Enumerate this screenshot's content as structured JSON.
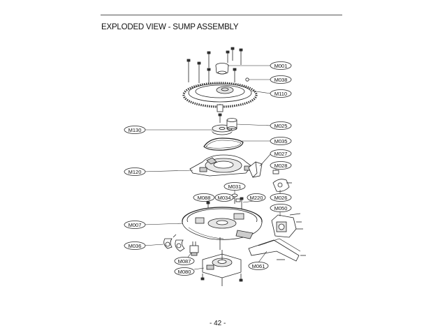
{
  "page": {
    "title": "EXPLODED VIEW - SUMP ASSEMBLY",
    "page_number": "- 42 -"
  },
  "callouts": [
    {
      "id": "m001",
      "label": "M001",
      "side": "right"
    },
    {
      "id": "m038",
      "label": "M038",
      "side": "right"
    },
    {
      "id": "m110",
      "label": "M110",
      "side": "right"
    },
    {
      "id": "m025-top",
      "label": "M025",
      "side": "right"
    },
    {
      "id": "m130",
      "label": "M130",
      "side": "left"
    },
    {
      "id": "m035",
      "label": "M035",
      "side": "right"
    },
    {
      "id": "m027",
      "label": "M027",
      "side": "right"
    },
    {
      "id": "m028",
      "label": "M028",
      "side": "right"
    },
    {
      "id": "m120",
      "label": "M120",
      "side": "left"
    },
    {
      "id": "m031",
      "label": "M031",
      "side": "center"
    },
    {
      "id": "m026",
      "label": "M026",
      "side": "right"
    },
    {
      "id": "m088",
      "label": "M088",
      "side": "center"
    },
    {
      "id": "m034",
      "label": "M034",
      "side": "center"
    },
    {
      "id": "m220",
      "label": "M220",
      "side": "center"
    },
    {
      "id": "m050",
      "label": "M050",
      "side": "right"
    },
    {
      "id": "m007",
      "label": "M007",
      "side": "left"
    },
    {
      "id": "m036",
      "label": "M036",
      "side": "left"
    },
    {
      "id": "m087",
      "label": "M087",
      "side": "center"
    },
    {
      "id": "m061",
      "label": "M061",
      "side": "right"
    },
    {
      "id": "m080",
      "label": "M080",
      "side": "center"
    }
  ]
}
